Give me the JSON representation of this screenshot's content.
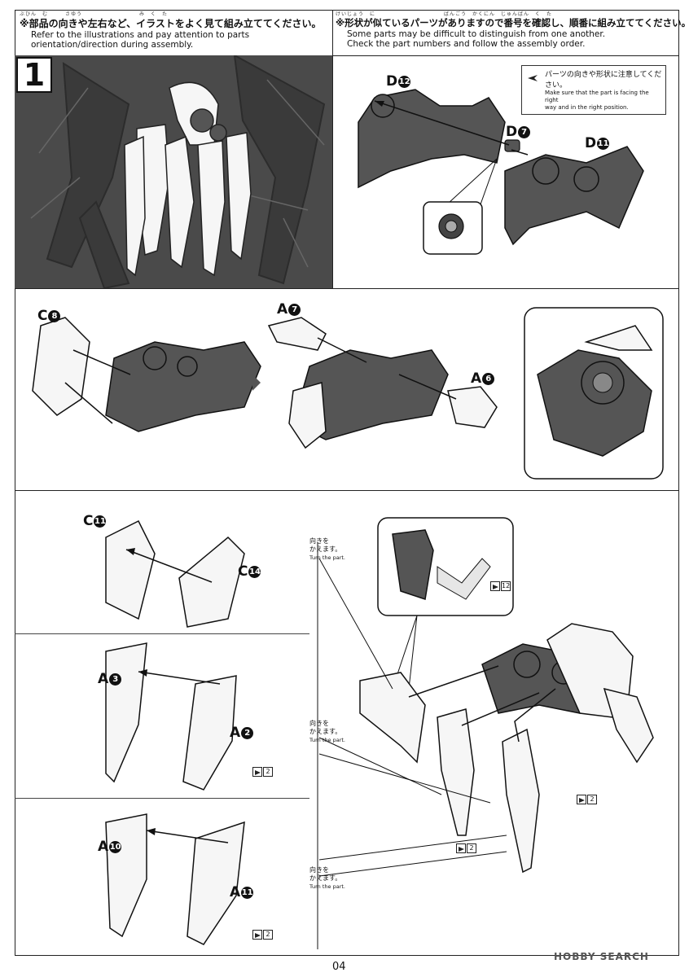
{
  "header": {
    "left": {
      "furigana": "ぶひん　む　　　さゆう　　　　　　　　　　み　く　た",
      "jp": "※部品の向きや左右など、イラストをよく見て組み立ててください。",
      "en_1": "Refer to the illustrations and pay attention to parts",
      "en_2": "orientation/direction during assembly."
    },
    "right": {
      "furigana": "けいじょう　に　　　　　　　　　　　　ばんごう　かくにん　じゅんばん　く　た",
      "jp": "※形状が似ているパーツがありますので番号を確認し、順番に組み立ててください。",
      "en_1": "Some parts may be difficult to distinguish from one another.",
      "en_2": "Check the part numbers and follow the assembly order."
    }
  },
  "step": {
    "number": "1"
  },
  "note": {
    "jp": "パーツの向きや形状に注意してください。",
    "en_1": "Make sure that the part is facing the right",
    "en_2": "way and in the right position."
  },
  "parts": {
    "d12": {
      "letter": "D",
      "num": "12"
    },
    "d7": {
      "letter": "D",
      "num": "7"
    },
    "d11": {
      "letter": "D",
      "num": "11"
    },
    "c8": {
      "letter": "C",
      "num": "8"
    },
    "a7": {
      "letter": "A",
      "num": "7"
    },
    "a6": {
      "letter": "A",
      "num": "6"
    },
    "c11": {
      "letter": "C",
      "num": "11"
    },
    "c14": {
      "letter": "C",
      "num": "14"
    },
    "a3": {
      "letter": "A",
      "num": "3"
    },
    "a2": {
      "letter": "A",
      "num": "2"
    },
    "a10": {
      "letter": "A",
      "num": "10"
    },
    "a11": {
      "letter": "A",
      "num": "11"
    }
  },
  "turn_part": {
    "t1": {
      "jp_1": "向きを",
      "jp_2": "かえます。",
      "en": "Turn the part."
    },
    "t2": {
      "jp_1": "向きを",
      "jp_2": "かえます。",
      "en": "Turn the part."
    },
    "t3": {
      "jp_1": "向きを",
      "jp_2": "かえます。",
      "en": "Turn the part."
    }
  },
  "gate_marks": {
    "g12": "12",
    "ga2": "2",
    "ga11": "2",
    "gm1": "2",
    "gm2": "2"
  },
  "footer": {
    "page": "04",
    "watermark": "HOBBY SEARCH"
  },
  "colors": {
    "dark_panel": "#4a4a4a",
    "part_dark": "#555555",
    "part_light": "#f4f4f4"
  }
}
